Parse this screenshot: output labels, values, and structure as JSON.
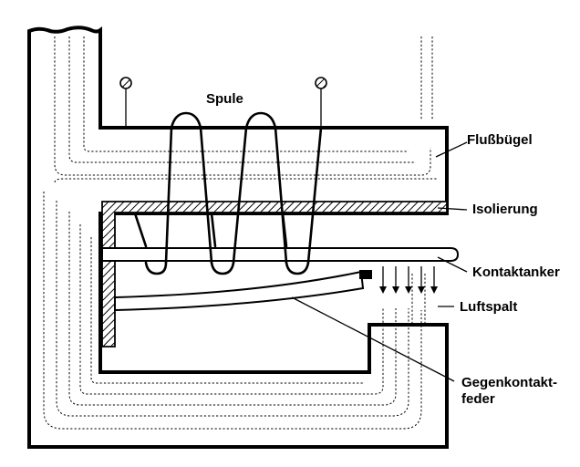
{
  "labels": {
    "coil": "Spule",
    "yoke": "Flußbügel",
    "insulation": "Isolierung",
    "armature": "Kontaktanker",
    "air_gap": "Luftspalt",
    "counter_spring_line1": "Gegenkontakt-",
    "counter_spring_line2": "feder"
  },
  "colors": {
    "ink": "#000000",
    "background": "#ffffff"
  }
}
